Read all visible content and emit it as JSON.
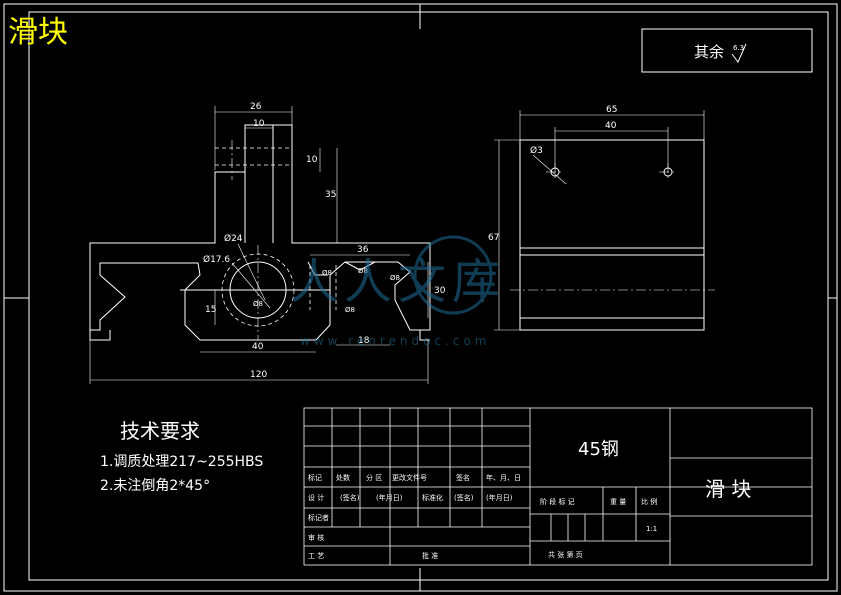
{
  "corner_title": "滑块",
  "roughness": {
    "label": "其余",
    "value": "6.3"
  },
  "front_view_dims": {
    "d26": "26",
    "d10_top": "10",
    "d10_side": "10",
    "d35": "35",
    "d24": "Ø24",
    "d17_6": "Ø17.6",
    "d36": "36",
    "d30": "30",
    "d15": "15",
    "d40": "40",
    "d18": "18",
    "d120": "120",
    "d8a": "Ø8",
    "d8b": "Ø8",
    "d8c": "Ø8",
    "d8d": "Ø8",
    "d8e": "Ø8"
  },
  "side_view_dims": {
    "d65": "65",
    "d40": "40",
    "d67": "67",
    "d3": "Ø3"
  },
  "tech_req": {
    "title": "技术要求",
    "items": [
      "1.调质处理217~255HBS",
      "2.未注倒角2*45°"
    ]
  },
  "title_block": {
    "material": "45钢",
    "part_name": "滑    块",
    "scale": "1:1",
    "row_labels": [
      "标记",
      "处数",
      "分 区",
      "更改文件号",
      "签名",
      "年、月、日"
    ],
    "design_row": [
      "设 计",
      "(签名)",
      "(年月日)",
      "标准化",
      "(签名)",
      "(年月日)"
    ],
    "left_labels": [
      "标记者",
      "审 核",
      "工 艺"
    ],
    "approve": "批 准",
    "stage_labels": [
      "阶 段 标 记",
      "重 量",
      "比 例"
    ],
    "sheet_info": "共    张  第    页"
  },
  "watermark": {
    "text": "人人文库",
    "url": "www.renrendoc.com"
  }
}
